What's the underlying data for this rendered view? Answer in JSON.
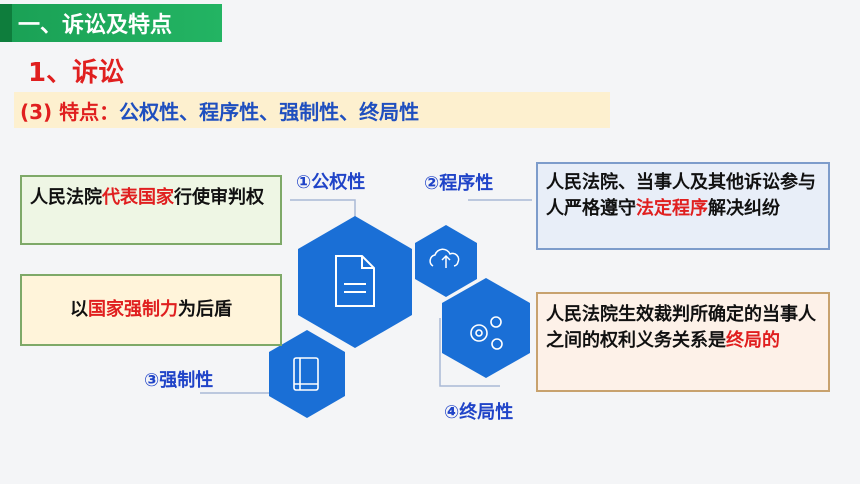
{
  "header": {
    "section_title": "一、诉讼及特点",
    "subheading": "1、诉讼",
    "features_prefix": "(3) 特点：",
    "features_items": "公权性、程序性、强制性、终局性"
  },
  "labels": {
    "public_power": "①公权性",
    "procedural": "②程序性",
    "coercive": "③强制性",
    "finality": "④终局性"
  },
  "boxes": {
    "public_power": {
      "before": "人民法院",
      "highlight": "代表国家",
      "after": "行使审判权"
    },
    "coercive": {
      "before": "以",
      "highlight": "国家强制力",
      "after": "为后盾"
    },
    "procedural": {
      "before": "人民法院、当事人及其他诉讼参与人严格遵守",
      "highlight": "法定程序",
      "after": "解决纠纷"
    },
    "finality": {
      "before": "人民法院生效裁判所确定的当事人之间的权利义务关系是",
      "highlight": "终局的",
      "after": ""
    }
  },
  "icons": {
    "big_hex": "document-icon",
    "small_top": "cloud-icon",
    "gears": "gears-icon",
    "book": "book-icon"
  },
  "colors": {
    "accent_green": "#1aa055",
    "heading_red": "#e01f1f",
    "label_blue": "#2044c8",
    "hex_blue": "#1a6fd6"
  }
}
